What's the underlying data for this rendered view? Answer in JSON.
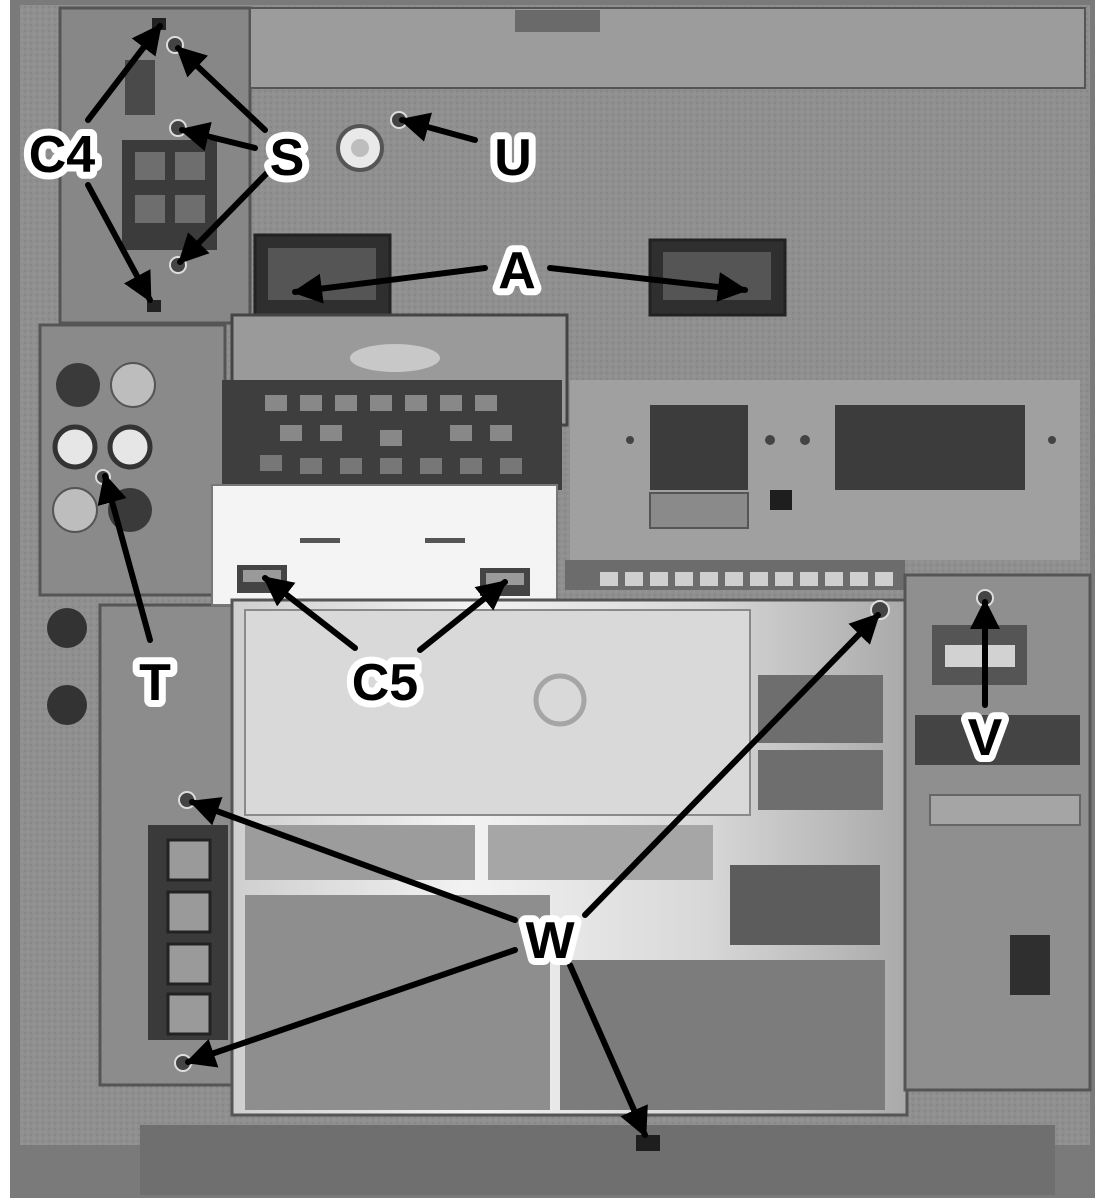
{
  "labels": {
    "c4": "C4",
    "s": "S",
    "u": "U",
    "a": "A",
    "t": "T",
    "c5": "C5",
    "v": "V",
    "w": "W"
  },
  "colors": {
    "panel": "#8f8f8f",
    "panel_dark": "#5e5e5e",
    "panel_light": "#b8b8b8",
    "label": "#000000",
    "halo": "#ffffff"
  }
}
